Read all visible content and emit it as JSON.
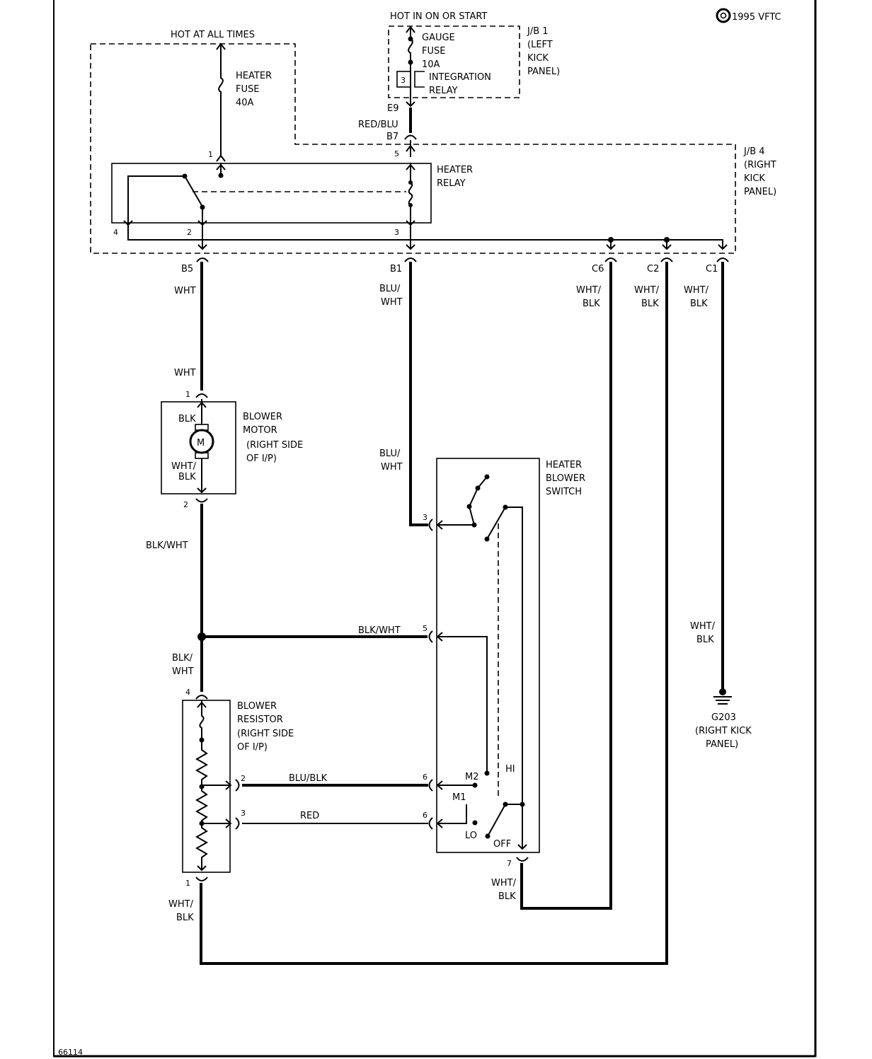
{
  "copyright": "1995 VFTC",
  "drawing_number": "66114",
  "power": {
    "hot_at_all_times": "HOT AT ALL TIMES",
    "hot_in_on_or_start": "HOT IN ON OR START"
  },
  "junction_blocks": {
    "jb1": [
      "J/B 1",
      "(LEFT",
      "KICK",
      "PANEL)"
    ],
    "jb4": [
      "J/B 4",
      "(RIGHT",
      "KICK",
      "PANEL)"
    ]
  },
  "fuses": {
    "heater_fuse": [
      "HEATER",
      "FUSE",
      "40A"
    ],
    "gauge_fuse": [
      "GAUGE",
      "FUSE",
      "10A"
    ]
  },
  "relays": {
    "integration_relay": [
      "INTEGRATION",
      "RELAY"
    ],
    "integration_relay_pin": "3",
    "heater_relay": [
      "HEATER",
      "RELAY"
    ]
  },
  "components": {
    "blower_motor": [
      "BLOWER",
      "MOTOR",
      "(RIGHT SIDE",
      "OF I/P)"
    ],
    "motor_symbol": "M",
    "blower_resistor": [
      "BLOWER",
      "RESISTOR",
      "(RIGHT SIDE",
      "OF I/P)"
    ],
    "heater_blower_switch": [
      "HEATER",
      "BLOWER",
      "SWITCH"
    ],
    "ground": [
      "G203",
      "(RIGHT KICK",
      "PANEL)"
    ]
  },
  "switch_positions": {
    "hi": "HI",
    "m2": "M2",
    "m1": "M1",
    "lo": "LO",
    "off": "OFF"
  },
  "connectors": {
    "e9": "E9",
    "b7": "B7",
    "b5": "B5",
    "b1": "B1",
    "c6": "C6",
    "c2": "C2",
    "c1": "C1"
  },
  "pins": {
    "relay_1": "1",
    "relay_5": "5",
    "relay_4": "4",
    "relay_2": "2",
    "relay_3": "3",
    "motor_1": "1",
    "motor_2": "2",
    "resistor_4": "4",
    "resistor_2": "2",
    "resistor_3": "3",
    "resistor_1": "1",
    "switch_3": "3",
    "switch_5": "5",
    "switch_6a": "6",
    "switch_6b": "6",
    "switch_7": "7"
  },
  "wires": {
    "red_blu": "RED/BLU",
    "b5_wht": "WHT",
    "motor_wht": "WHT",
    "motor_blk": "BLK",
    "motor_wht_blk": [
      "WHT/",
      "BLK"
    ],
    "blk_wht_motor": "BLK/WHT",
    "blk_wht_switch": "BLK/WHT",
    "blk_wht_resistor": [
      "BLK/",
      "WHT"
    ],
    "blu_wht_top": [
      "BLU/",
      "WHT"
    ],
    "blu_wht_bottom": [
      "BLU/",
      "WHT"
    ],
    "c6_wht_blk": [
      "WHT/",
      "BLK"
    ],
    "c2_wht_blk": [
      "WHT/",
      "BLK"
    ],
    "c1_wht_blk": [
      "WHT/",
      "BLK"
    ],
    "ground_wht_blk": [
      "WHT/",
      "BLK"
    ],
    "blu_blk": "BLU/BLK",
    "red": "RED",
    "switch7_wht_blk": [
      "WHT/",
      "BLK"
    ],
    "resistor1_wht_blk": [
      "WHT/",
      "BLK"
    ]
  }
}
